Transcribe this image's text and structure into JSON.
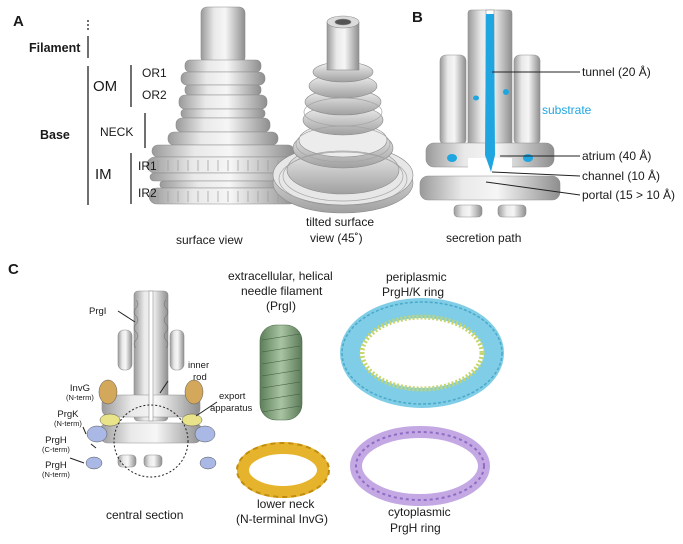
{
  "panels": {
    "a": "A",
    "b": "B",
    "c": "C"
  },
  "panel_a": {
    "filament": "Filament",
    "base": "Base",
    "om": "OM",
    "or1": "OR1",
    "or2": "OR2",
    "neck": "NECK",
    "im": "IM",
    "ir1": "IR1",
    "ir2": "IR2",
    "caption_surface": "surface view",
    "caption_tilted_1": "tilted surface",
    "caption_tilted_2": "view (45˚)"
  },
  "panel_b": {
    "tunnel": "tunnel (20 Å)",
    "substrate": "substrate",
    "atrium": "atrium (40 Å)",
    "channel": "channel (10 Å)",
    "portal": "portal (15 > 10 Å)",
    "caption": "secretion path",
    "substrate_color": "#1fa6e0"
  },
  "panel_c": {
    "prgi": "PrgI",
    "invg": "InvG",
    "invg_sub": "(N-term)",
    "prgk": "PrgK",
    "prgk_sub": "(N-term)",
    "prgh_c": "PrgH",
    "prgh_c_sub": "(C-term)",
    "prgh_n": "PrgH",
    "prgh_n_sub": "(N-term)",
    "inner": "inner",
    "rod": "rod",
    "export": "export",
    "apparatus": "apparatus",
    "caption_central": "central section",
    "needle_1": "extracellular, helical",
    "needle_2": "needle filament",
    "needle_3": "(PrgI)",
    "peri_1": "periplasmic",
    "peri_2": "PrgH/K ring",
    "neck_1": "lower neck",
    "neck_2": "(N-terminal InvG)",
    "cyto_1": "cytoplasmic",
    "cyto_2": "PrgH ring"
  }
}
